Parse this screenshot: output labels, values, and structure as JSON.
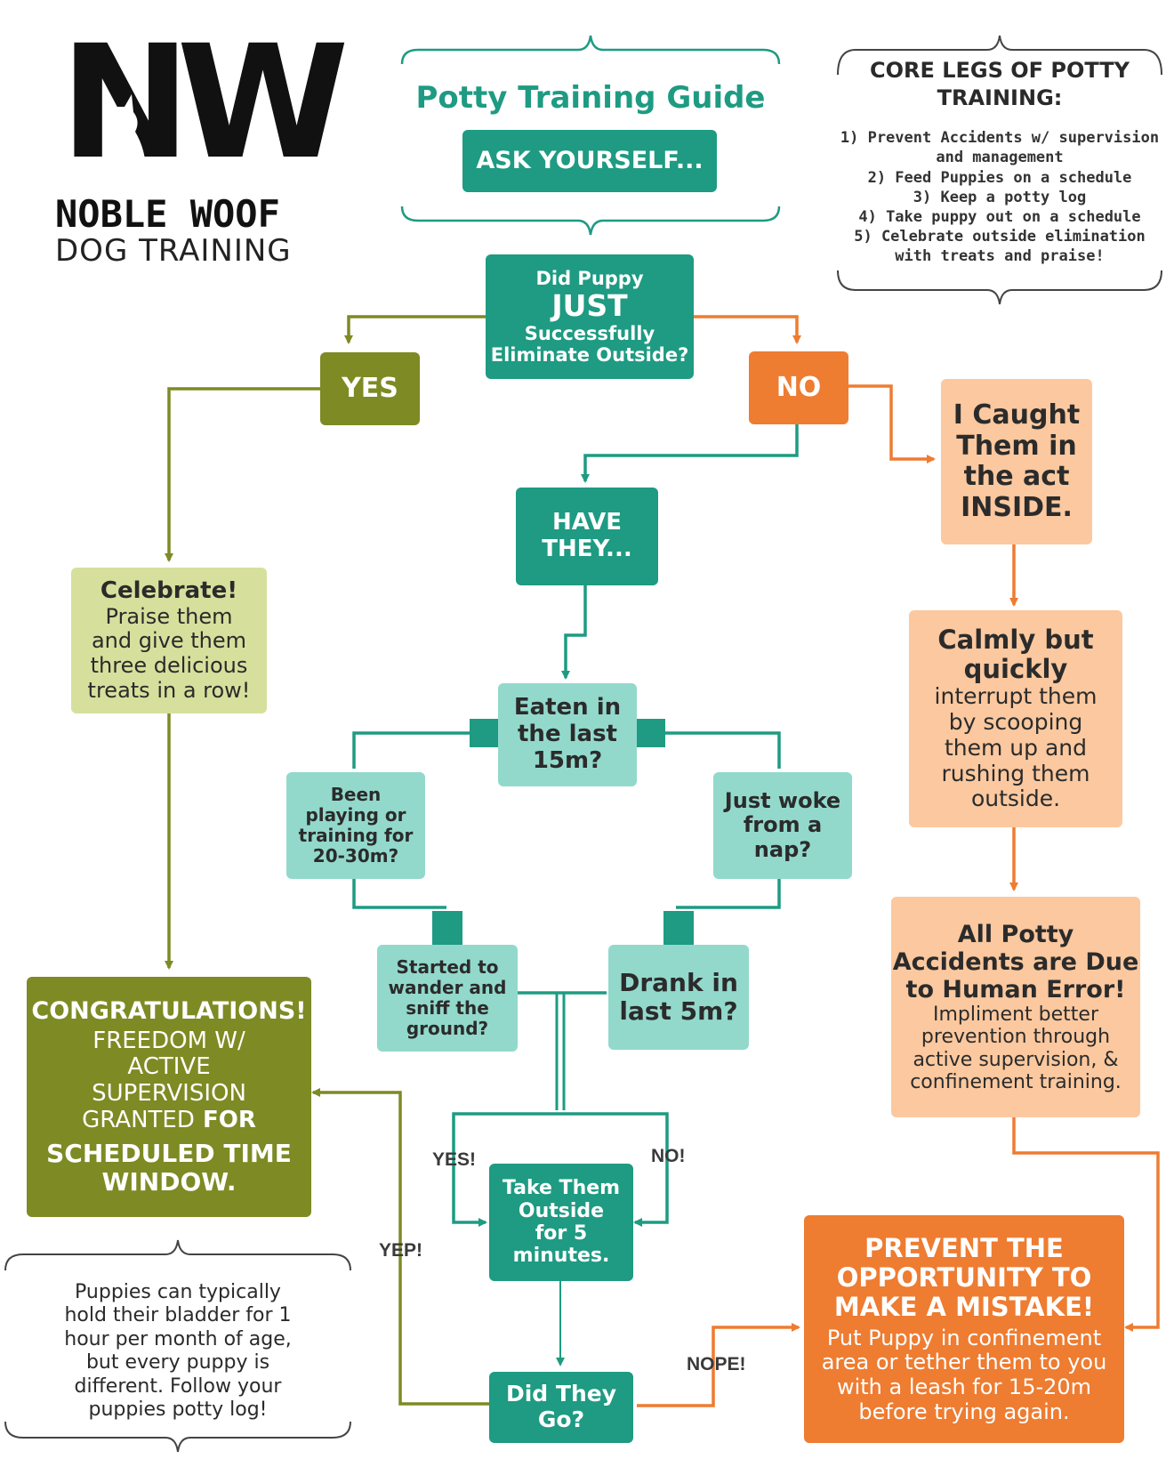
{
  "logo": {
    "mark": "NW",
    "brand_name": "NOBLE WOOF",
    "brand_sub": "DOG TRAINING"
  },
  "header": {
    "title": "Potty Training Guide",
    "ask": "ASK YOURSELF..."
  },
  "core_legs": {
    "title_line1": "CORE LEGS OF POTTY",
    "title_line2": "TRAINING:",
    "items": [
      "1) Prevent Accidents w/ supervision",
      "and management",
      "2) Feed Puppies on a schedule",
      "3) Keep a potty log",
      "4) Take puppy out on a schedule",
      "5) Celebrate outside elimination",
      "with treats and praise!"
    ]
  },
  "question": {
    "line1": "Did Puppy",
    "line2": "JUST",
    "line3": "Successfully",
    "line4": "Eliminate Outside?"
  },
  "yes_label": "YES",
  "no_label": "NO",
  "celebrate": {
    "title": "Celebrate!",
    "lines": [
      "Praise them",
      "and give them",
      "three delicious",
      "treats in a row!"
    ]
  },
  "congrats": {
    "title": "CONGRATULATIONS!",
    "lines": [
      "FREEDOM W/",
      "ACTIVE",
      "SUPERVISION"
    ],
    "granted": "GRANTED",
    "for_word": "FOR",
    "bold_lines": [
      "SCHEDULED TIME",
      "WINDOW."
    ]
  },
  "bladder_note": {
    "lines": [
      "Puppies can typically",
      "hold their bladder for 1",
      "hour per month of age,",
      "but every puppy is",
      "different. Follow your",
      "puppies potty log!"
    ]
  },
  "have_they": {
    "line1": "HAVE",
    "line2": "THEY..."
  },
  "eaten": {
    "lines": [
      "Eaten in",
      "the last",
      "15m?"
    ]
  },
  "playing": {
    "lines": [
      "Been",
      "playing or",
      "training for",
      "20-30m?"
    ]
  },
  "woke": {
    "lines": [
      "Just woke",
      "from a",
      "nap?"
    ]
  },
  "wander": {
    "lines": [
      "Started to",
      "wander and",
      "sniff the",
      "ground?"
    ]
  },
  "drank": {
    "lines": [
      "Drank in",
      "last 5m?"
    ]
  },
  "take_out": {
    "lines": [
      "Take Them",
      "Outside",
      "for 5",
      "minutes."
    ]
  },
  "did_go": {
    "lines": [
      "Did They",
      "Go?"
    ]
  },
  "branch_labels": {
    "yes": "YES!",
    "no": "NO!",
    "yep": "YEP!",
    "nope": "NOPE!"
  },
  "caught": {
    "lines": [
      "I Caught",
      "Them in",
      "the act",
      "INSIDE."
    ]
  },
  "calmly": {
    "title_lines": [
      "Calmly but",
      "quickly"
    ],
    "lines": [
      "interrupt them",
      "by scooping",
      "them up and",
      "rushing them",
      "outside."
    ]
  },
  "accidents": {
    "title_lines": [
      "All Potty",
      "Accidents are Due",
      "to Human Error!"
    ],
    "lines": [
      "Impliment better",
      "prevention through",
      "active supervision, &",
      "confinement training."
    ]
  },
  "prevent": {
    "title_lines": [
      "PREVENT THE",
      "OPPORTUNITY TO",
      "MAKE A MISTAKE!"
    ],
    "lines": [
      "Put Puppy in confinement",
      "area or tether them to you",
      "with a leash for 15-20m",
      "before trying again."
    ]
  },
  "colors": {
    "teal": "#1e9b82",
    "mint": "#92d9cc",
    "olive": "#7e8a23",
    "lime": "#d6e09c",
    "orange": "#ee7c31",
    "peach": "#fbc89f"
  }
}
